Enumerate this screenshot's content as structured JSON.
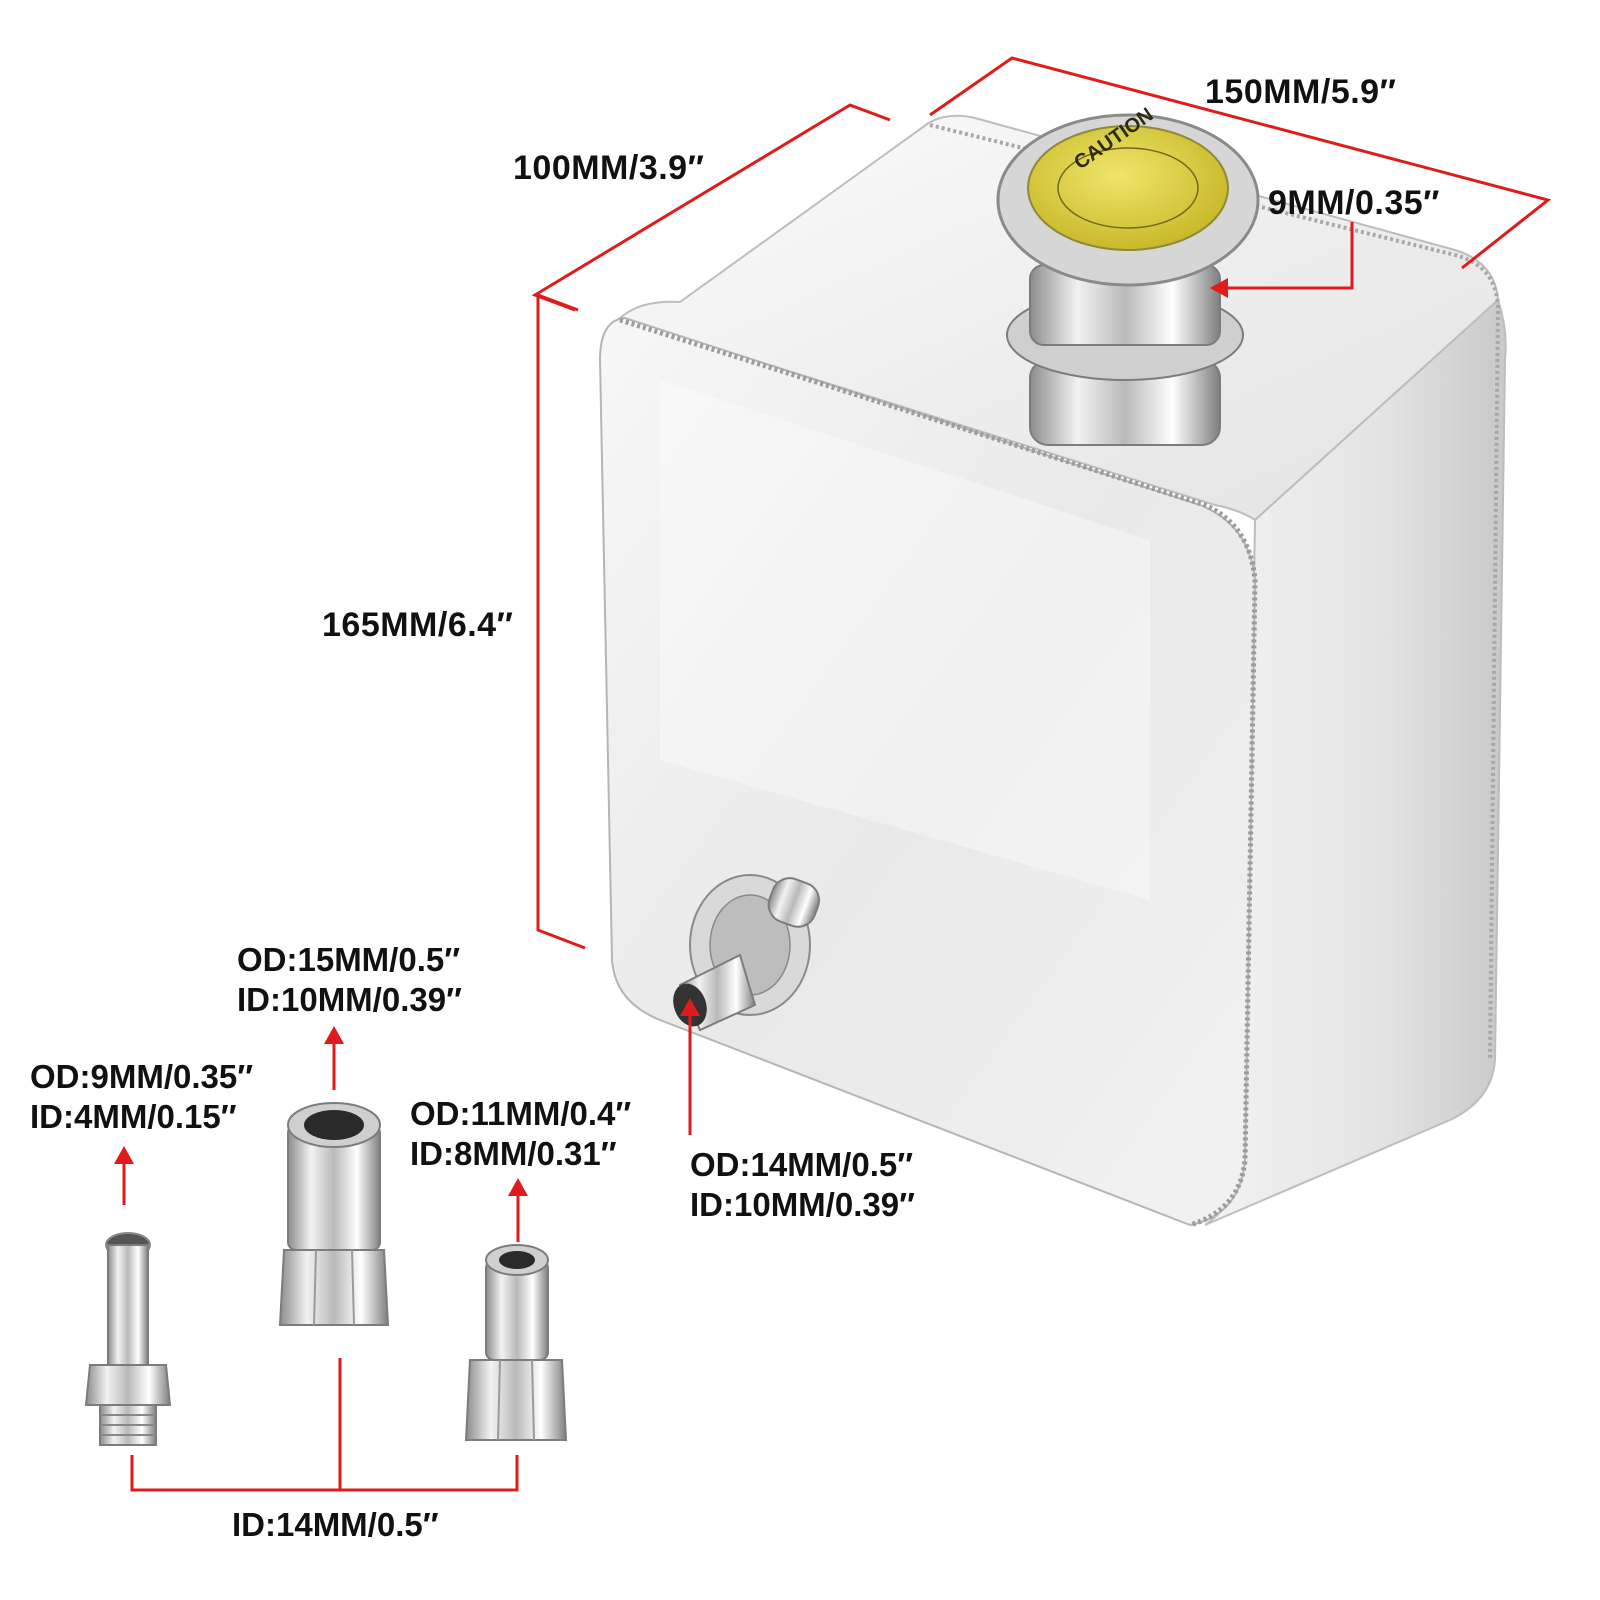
{
  "colors": {
    "dimension_line": "#e01b1b",
    "text": "#111111",
    "metal_light": "#f4f4f4",
    "metal_mid": "#d8d8d8",
    "metal_dark": "#9a9a9a",
    "cap_yellow": "#e6d84a"
  },
  "tank": {
    "cap_text": "CAUTION"
  },
  "dimensions": {
    "depth": "100MM/3.9″",
    "width": "150MM/5.9″",
    "height": "165MM/6.4″",
    "cap_port": "9MM/0.35″"
  },
  "outlet": {
    "od": "OD:14MM/0.5″",
    "id": "ID:10MM/0.39″"
  },
  "fittings": {
    "large": {
      "od": "OD:15MM/0.5″",
      "id": "ID:10MM/0.39″"
    },
    "small": {
      "od": "OD:9MM/0.35″",
      "id": "ID:4MM/0.15″"
    },
    "medium": {
      "od": "OD:11MM/0.4″",
      "id": "ID:8MM/0.31″"
    },
    "thread": "ID:14MM/0.5″"
  }
}
